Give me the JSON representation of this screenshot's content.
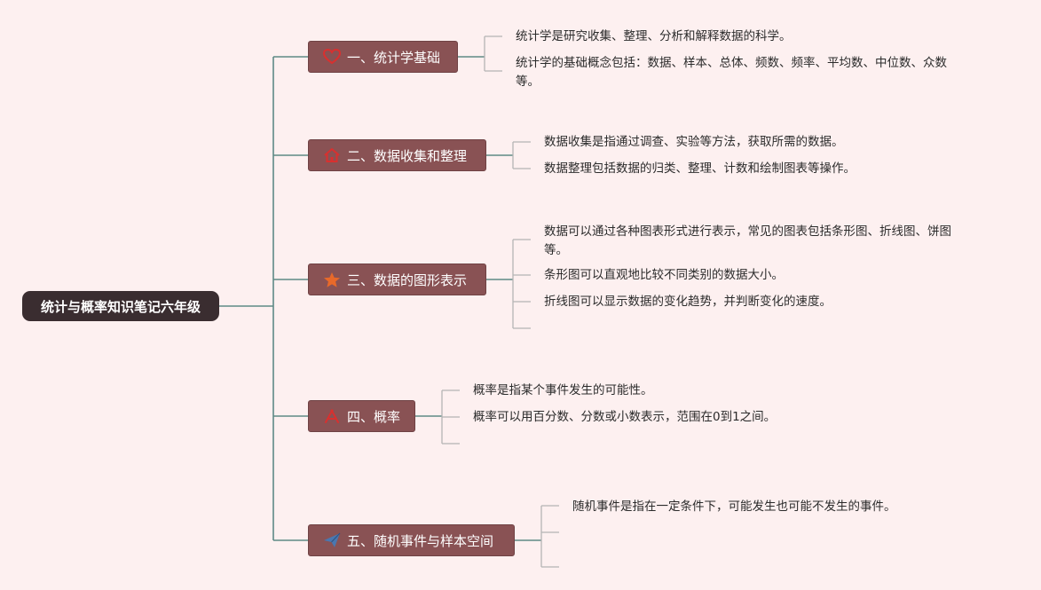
{
  "root": {
    "label": "统计与概率知识笔记六年级"
  },
  "colors": {
    "background": "#fdf0f0",
    "root_fill": "#3a2d30",
    "topic_fill": "#895254",
    "trunk_line": "#5e8a86",
    "leaf_line": "#b4b4b4"
  },
  "topics": [
    {
      "label": "一、统计学基础",
      "icon": "heart-icon",
      "icon_color": "#d9302f",
      "leaves": [
        "统计学是研究收集、整理、分析和解释数据的科学。",
        "统计学的基础概念包括：数据、样本、总体、频数、频率、平均数、中位数、众数等。"
      ]
    },
    {
      "label": "二、数据收集和整理",
      "icon": "home-icon",
      "icon_color": "#d9302f",
      "leaves": [
        "数据收集是指通过调查、实验等方法，获取所需的数据。",
        "数据整理包括数据的归类、整理、计数和绘制图表等操作。"
      ]
    },
    {
      "label": "三、数据的图形表示",
      "icon": "star-icon",
      "icon_color": "#e8692a",
      "leaves": [
        "数据可以通过各种图表形式进行表示，常见的图表包括条形图、折线图、饼图等。",
        "条形图可以直观地比较不同类别的数据大小。",
        "折线图可以显示数据的变化趋势，并判断变化的速度。",
        ""
      ]
    },
    {
      "label": "四、概率",
      "icon": "flask-icon",
      "icon_color": "#d9302f",
      "leaves": [
        "概率是指某个事件发生的可能性。",
        "概率可以用百分数、分数或小数表示，范围在0到1之间。",
        ""
      ]
    },
    {
      "label": "五、随机事件与样本空间",
      "icon": "paper-plane-icon",
      "icon_color": "#4a77b0",
      "leaves": [
        "随机事件是指在一定条件下，可能发生也可能不发生的事件。",
        "",
        ""
      ]
    }
  ]
}
